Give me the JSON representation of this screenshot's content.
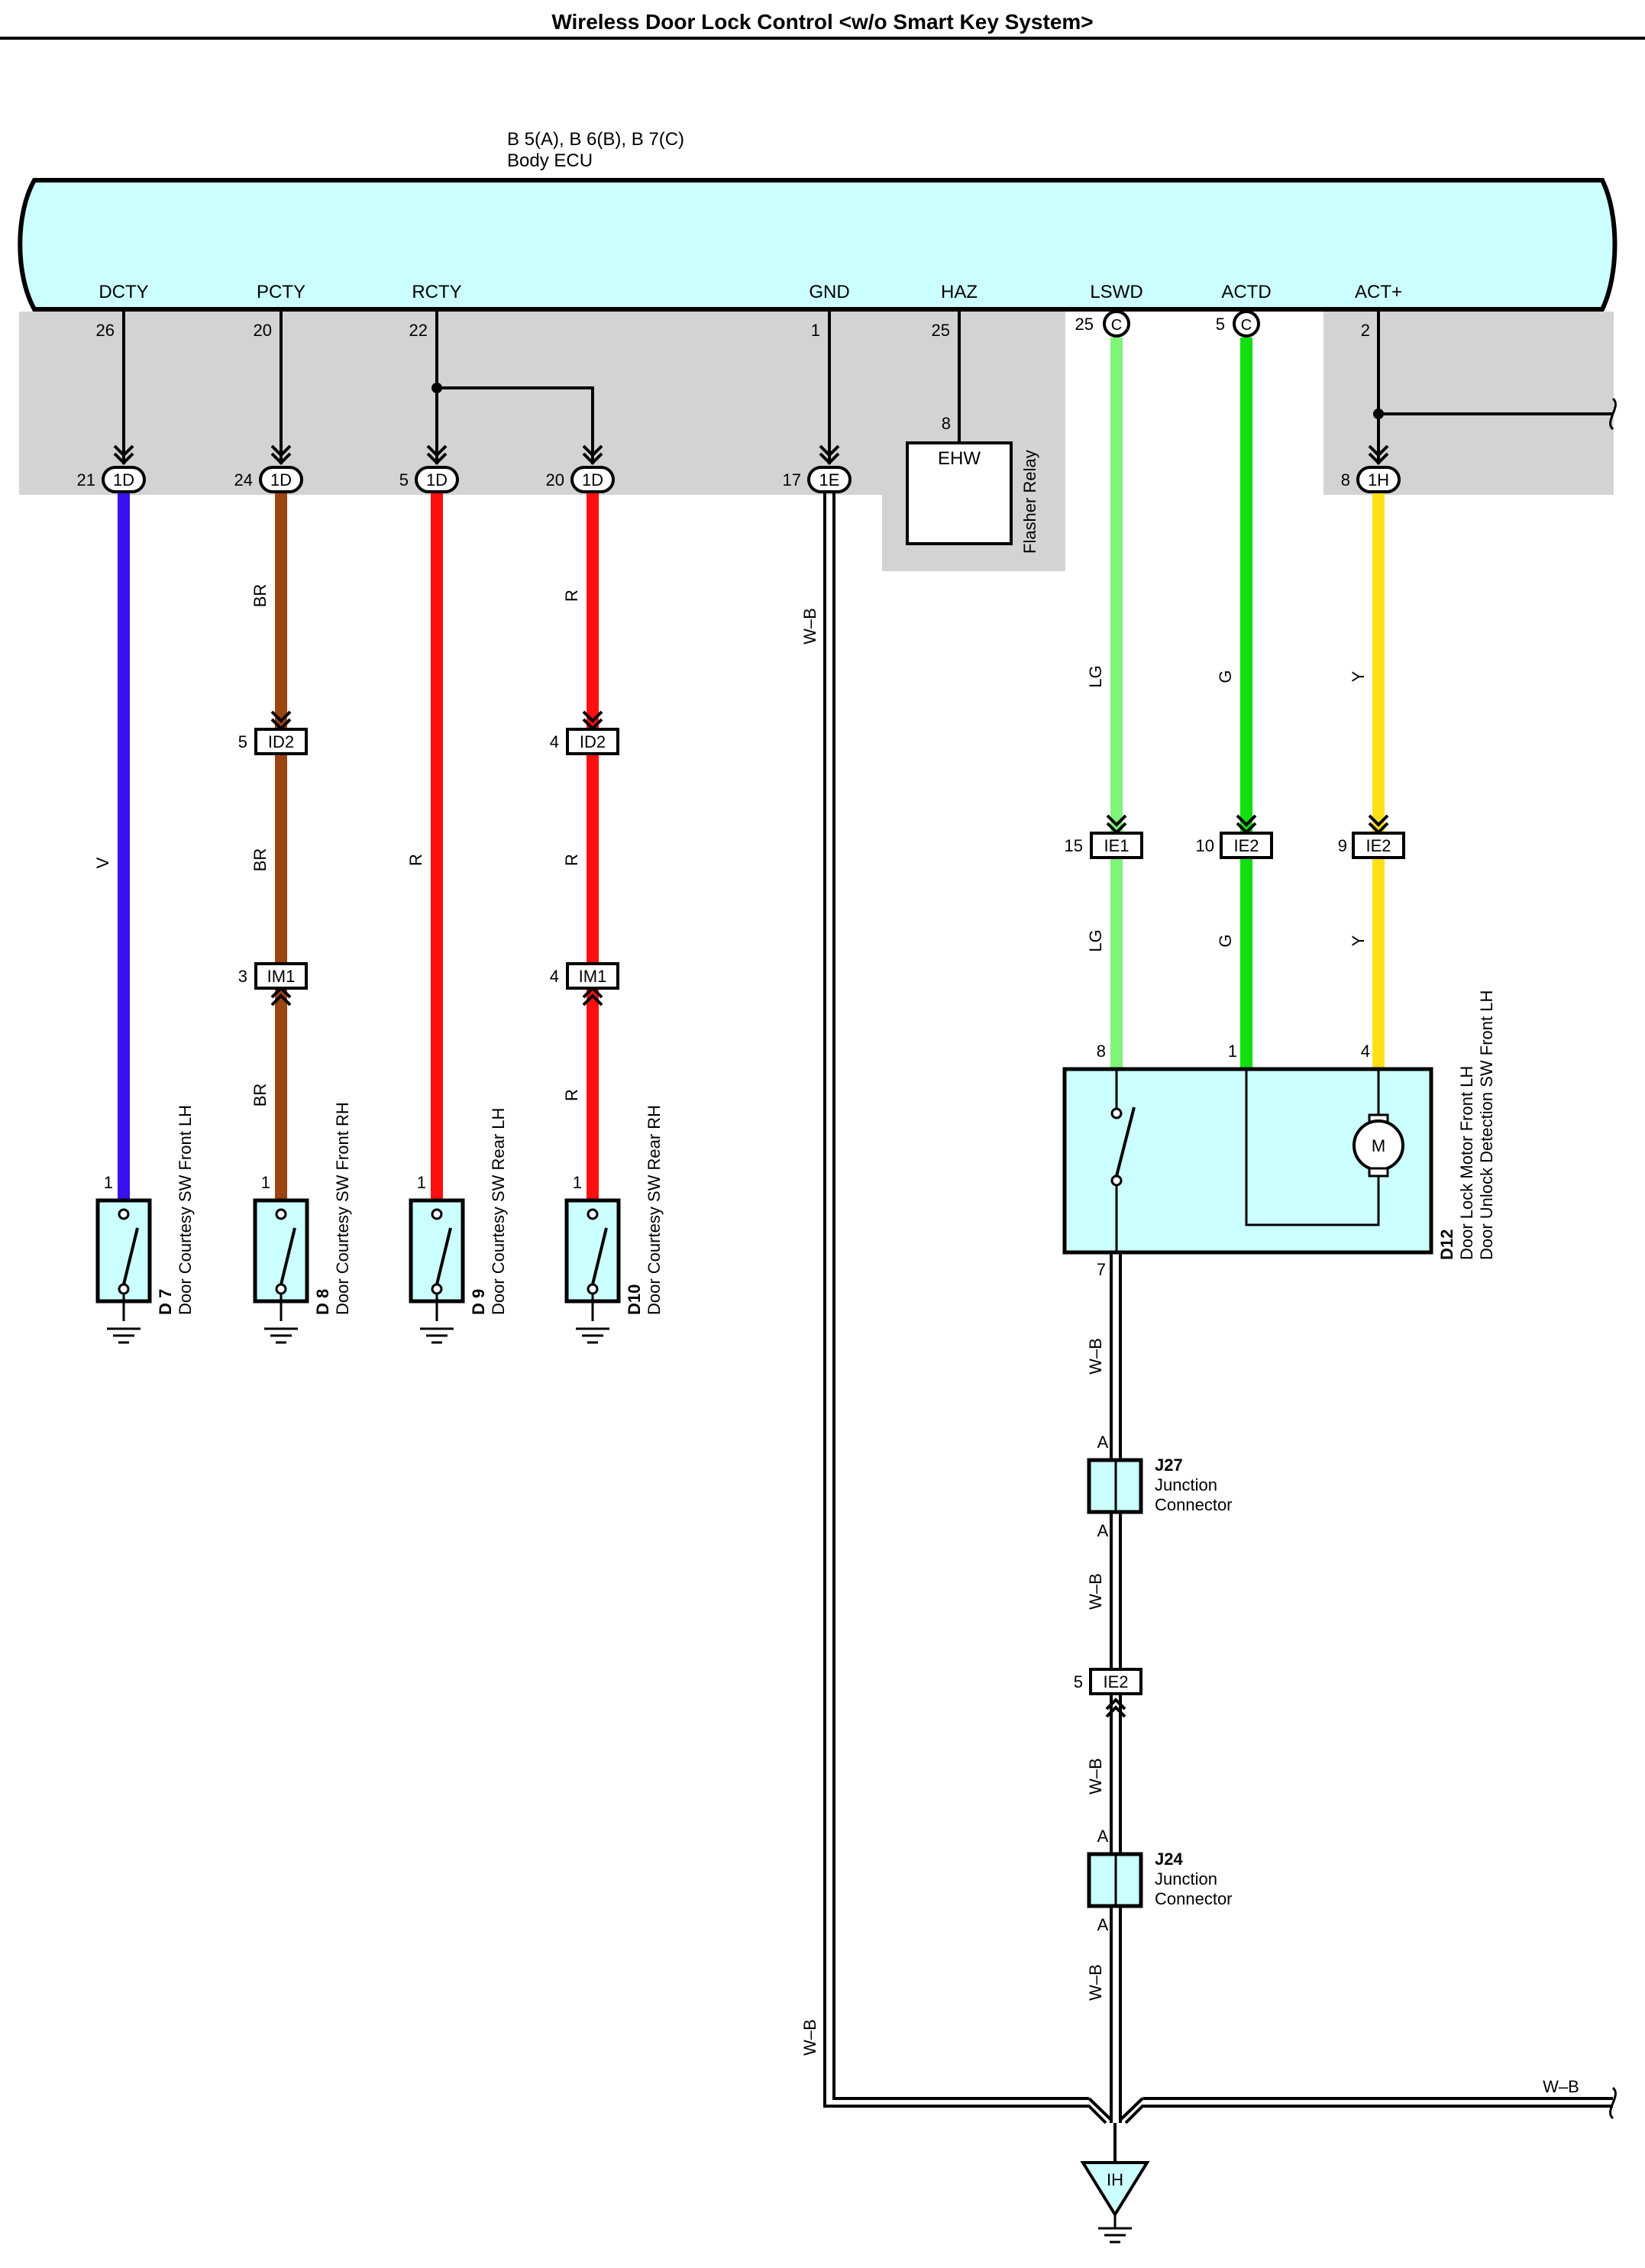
{
  "title": "Wireless Door Lock Control <w/o Smart Key System>",
  "ecu": {
    "connector_ids": "B 5(A), B 6(B), B 7(C)",
    "name": "Body ECU"
  },
  "terminals": [
    {
      "key": "dcty",
      "name": "DCTY",
      "pin": "26"
    },
    {
      "key": "pcty",
      "name": "PCTY",
      "pin": "20"
    },
    {
      "key": "rcty",
      "name": "RCTY",
      "pin": "22"
    },
    {
      "key": "gnd",
      "name": "GND",
      "pin": "1"
    },
    {
      "key": "haz",
      "name": "HAZ",
      "pin": "25"
    },
    {
      "key": "lswd",
      "name": "LSWD",
      "pin": "25",
      "conn": "C"
    },
    {
      "key": "actd",
      "name": "ACTD",
      "pin": "5",
      "conn": "C"
    },
    {
      "key": "actp",
      "name": "ACT+",
      "pin": "2"
    }
  ],
  "junction_blocks": [
    {
      "key": "dcty",
      "pin": "21",
      "id": "1D"
    },
    {
      "key": "pcty",
      "pin": "24",
      "id": "1D"
    },
    {
      "key": "rcty_l",
      "pin": "5",
      "id": "1D"
    },
    {
      "key": "rcty_r",
      "pin": "20",
      "id": "1D"
    },
    {
      "key": "gnd",
      "pin": "17",
      "id": "1E"
    },
    {
      "key": "actp",
      "pin": "8",
      "id": "1H"
    }
  ],
  "flasher_relay": {
    "pin": "8",
    "terminal": "EHW",
    "name": "Flasher Relay"
  },
  "wire_colors": {
    "V": "#3a10ee",
    "BR": "#9c4312",
    "R": "#ff0f0f",
    "LG": "#7ef47a",
    "G": "#10e010",
    "Y": "#ffe019",
    "W-B": "#000000"
  },
  "wire_labels": {
    "dcty": [
      "V"
    ],
    "pcty": [
      "BR",
      "BR",
      "BR"
    ],
    "rcty_l": [
      "R"
    ],
    "rcty_r": [
      "R",
      "R",
      "R"
    ],
    "gnd": [
      "W–B",
      "W–B"
    ],
    "lswd": [
      "LG",
      "LG"
    ],
    "actd": [
      "G",
      "G"
    ],
    "actp": [
      "Y",
      "Y"
    ],
    "d12_ground": [
      "W–B",
      "W–B",
      "W–B",
      "W–B"
    ],
    "ground_bus": "W–B"
  },
  "inline_connectors": [
    {
      "key": "pcty_a",
      "pin": "5",
      "id": "ID2"
    },
    {
      "key": "rcty_a",
      "pin": "4",
      "id": "ID2"
    },
    {
      "key": "pcty_b",
      "pin": "3",
      "id": "IM1"
    },
    {
      "key": "rcty_b",
      "pin": "4",
      "id": "IM1"
    },
    {
      "key": "lswd",
      "pin": "15",
      "id": "IE1"
    },
    {
      "key": "actd",
      "pin": "10",
      "id": "IE2"
    },
    {
      "key": "actp",
      "pin": "9",
      "id": "IE2"
    },
    {
      "key": "d12_gnd",
      "pin": "5",
      "id": "IE2"
    }
  ],
  "switches": [
    {
      "code": "D 7",
      "name": "Door Courtesy SW Front LH",
      "pin": "1"
    },
    {
      "code": "D 8",
      "name": "Door Courtesy SW Front RH",
      "pin": "1"
    },
    {
      "code": "D 9",
      "name": "Door Courtesy SW Rear LH",
      "pin": "1"
    },
    {
      "code": "D10",
      "name": "Door Courtesy SW Rear RH",
      "pin": "1"
    }
  ],
  "d12": {
    "code": "D12",
    "name_line1": "Door Lock Motor Front LH",
    "name_line2": "Door Unlock Detection SW Front LH",
    "pins": [
      "8",
      "1",
      "4",
      "7"
    ],
    "motor": "M"
  },
  "junctions": [
    {
      "code": "J27",
      "line1": "Junction",
      "line2": "Connector",
      "pin_top": "A",
      "pin_bottom": "A"
    },
    {
      "code": "J24",
      "line1": "Junction",
      "line2": "Connector",
      "pin_top": "A",
      "pin_bottom": "A"
    }
  ],
  "ground_point": "IH"
}
